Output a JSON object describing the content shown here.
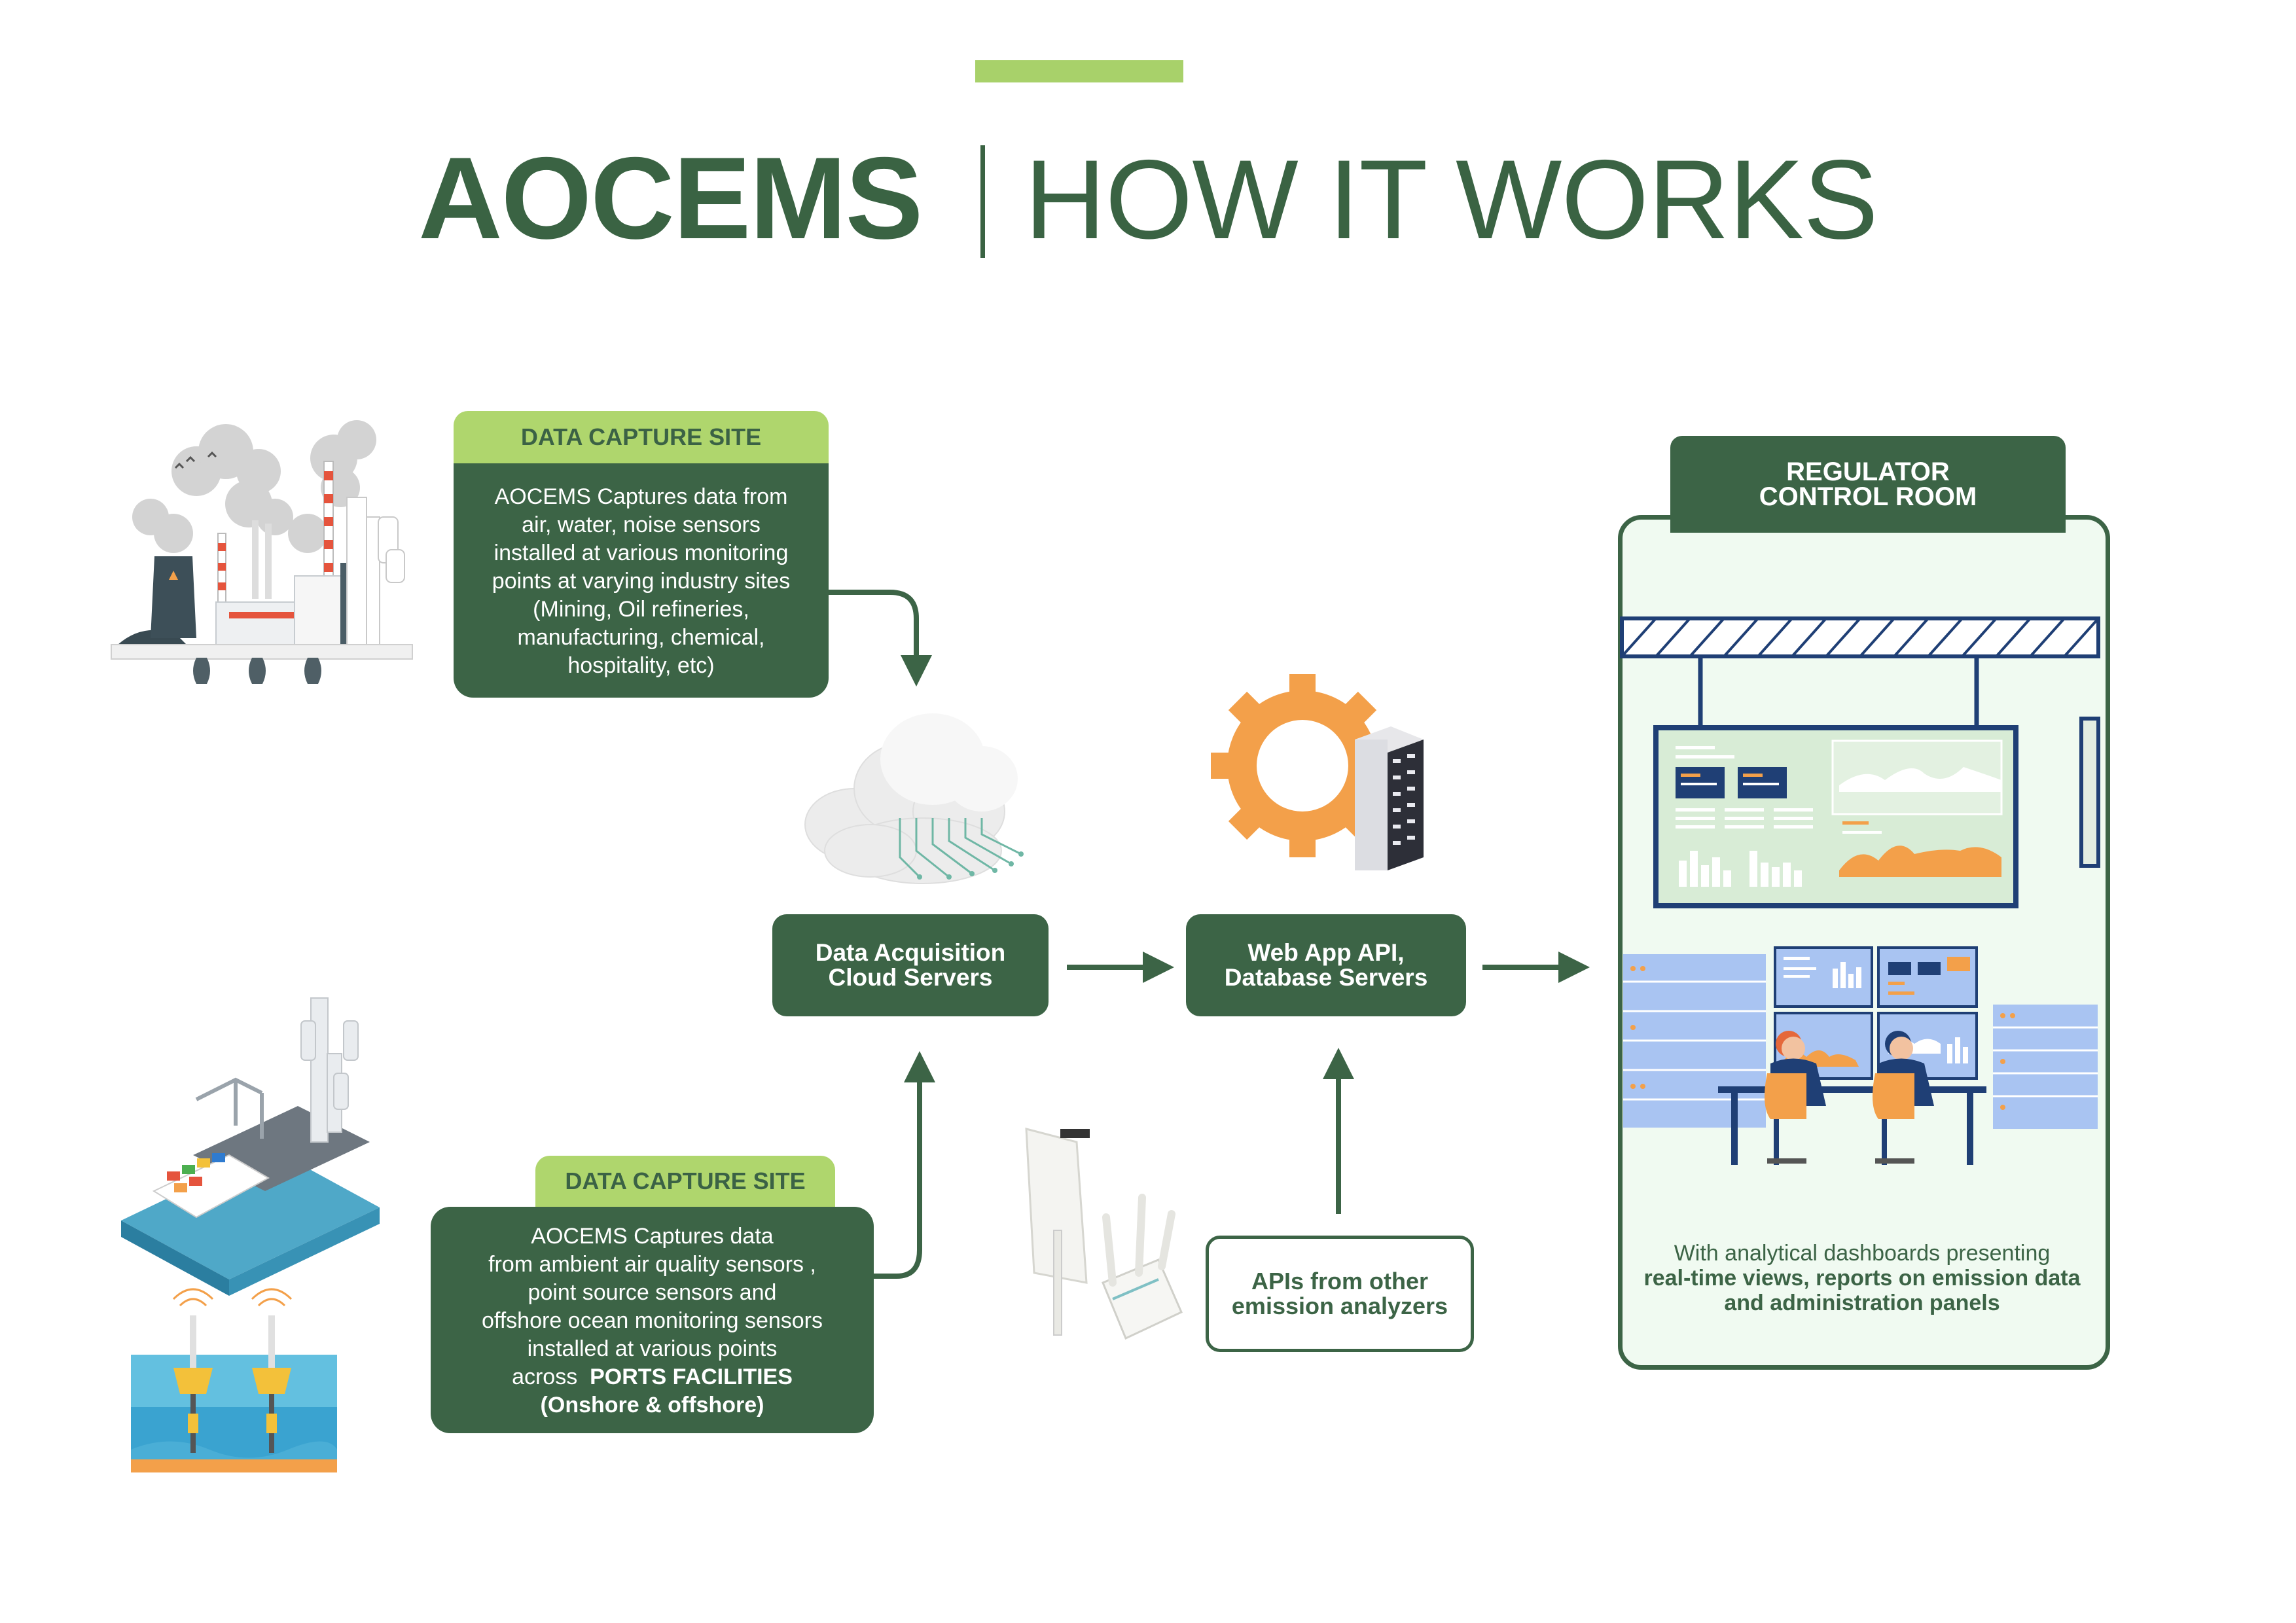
{
  "title": {
    "bold": "AOCEMS",
    "light": "HOW IT WORKS"
  },
  "site_top": {
    "tag": "DATA CAPTURE SITE",
    "lines": [
      "AOCEMS Captures data from",
      "air, water, noise sensors",
      "installed at various monitoring",
      "points at varying industry sites",
      "(Mining, Oil refineries,",
      "manufacturing, chemical,",
      "hospitality, etc)"
    ]
  },
  "site_bottom": {
    "tag": "DATA CAPTURE SITE",
    "lines": [
      "AOCEMS Captures data",
      "from ambient air quality sensors ,",
      "point source sensors and",
      "offshore ocean monitoring sensors",
      "installed at various points"
    ],
    "across": "across",
    "ports": "PORTS FACILITIES",
    "onshore": "(Onshore & offshore)"
  },
  "nodes": {
    "cloud_line1": "Data  Acquisition",
    "cloud_line2": "Cloud Servers",
    "api_line1": "Web App API,",
    "api_line2": "Database Servers",
    "other_line1": "APIs from other",
    "other_line2": "emission analyzers"
  },
  "room": {
    "head_line1": "REGULATOR",
    "head_line2": "CONTROL ROOM",
    "caption_light": "With analytical dashboards presenting",
    "caption_bold1": "real-time views, reports on emission data",
    "caption_bold2": "and administration panels"
  },
  "colors": {
    "dark_green": "#3c6446",
    "lime": "#afd66d",
    "orange": "#f3a04a",
    "navy": "#1f3f75",
    "panel_blue": "#a9c4f2"
  },
  "icons": [
    "factory-illustration",
    "port-illustration",
    "buoy-illustration",
    "cloud-illustration",
    "gear-server-illustration",
    "router-illustration",
    "control-room-illustration"
  ]
}
